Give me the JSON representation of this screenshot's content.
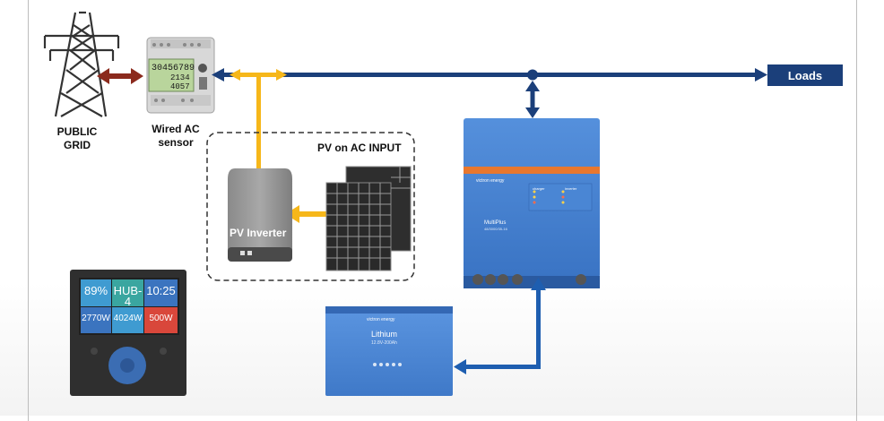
{
  "labels": {
    "public_grid": "PUBLIC\nGRID",
    "ac_sensor": "Wired AC\nsensor",
    "pv_on_ac_input": "PV on AC INPUT",
    "pv_inverter": "PV Inverter",
    "loads": "Loads"
  },
  "meter": {
    "line1": "30456789",
    "line2": "2134",
    "line3": "4057"
  },
  "multiplus": {
    "brand": "victron energy",
    "name": "MultiPlus",
    "model": "48/3000/35-16",
    "col_charger": "charger",
    "col_inverter": "inverter"
  },
  "battery": {
    "brand": "victron energy",
    "type": "Lithium",
    "spec": "12.8V-200Ah"
  },
  "color_control": {
    "tiles": [
      {
        "top": "89%",
        "bottom": ""
      },
      {
        "top": "HUB-4",
        "bottom": ""
      },
      {
        "top": "10:25",
        "bottom": ""
      },
      {
        "top": "2770W",
        "bottom": ""
      },
      {
        "top": "4024W",
        "bottom": ""
      },
      {
        "top": "500W",
        "bottom": ""
      }
    ]
  },
  "colors": {
    "ac_bus": "#1b3f7a",
    "pv_flow": "#f6b71a",
    "grid_arrow": "#8b2a1d",
    "multiplus_blue": "#3f7fd0",
    "battery_blue": "#4a86d6"
  }
}
